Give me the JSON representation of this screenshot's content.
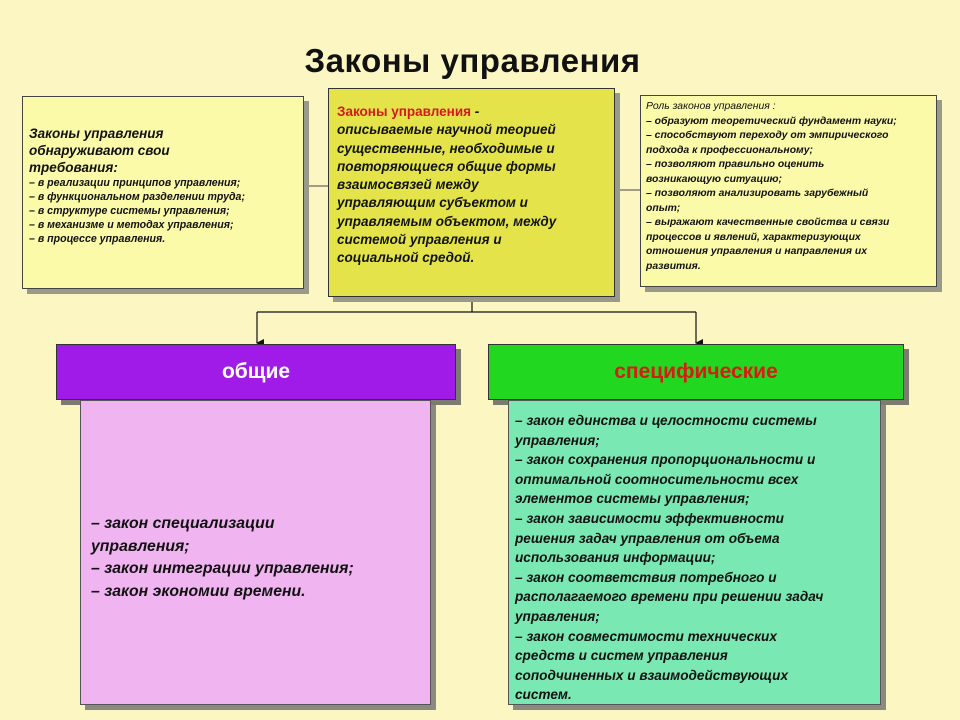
{
  "title": "Законы управления",
  "left_box": {
    "lead_lines": [
      "Законы управления",
      "обнаруживают свои",
      "требования:"
    ],
    "items": [
      "– в реализации принципов управления;",
      "– в функциональном разделении труда;",
      "– в структуре системы управления;",
      "– в механизме и методах управления;",
      "– в процессе управления."
    ]
  },
  "center_box": {
    "highlight": "Законы управления",
    "lines": [
      "описываемые научной теорией",
      "существенные, необходимые и",
      "повторяющиеся общие формы",
      "взаимосвязей между",
      "управляющим субъектом и",
      "управляемым объектом, между",
      "системой управления и",
      "социальной средой."
    ]
  },
  "right_box": {
    "head": "Роль законов управления :",
    "lines": [
      "– образуют теоретический фундамент науки;",
      "– способствуют переходу от эмпирического",
      "подхода к профессиональному;",
      "– позволяют правильно оценить",
      "возникающую ситуацию;",
      "– позволяют анализировать зарубежный",
      "опыт;",
      "– выражают качественные свойства и связи",
      "процессов и явлений, характеризующих",
      "отношения управления и направления их",
      "развития."
    ]
  },
  "general": {
    "label": "общие",
    "lines": [
      "– закон специализации",
      "управления;",
      "– закон интеграции управления;",
      "– закон экономии времени."
    ]
  },
  "specific": {
    "label": "специфические",
    "lines": [
      "– закон единства и целостности системы",
      "управления;",
      "– закон сохранения пропорциональности и",
      "оптимальной соотносительности всех",
      "элементов системы управления;",
      "– закон зависимости эффективности",
      "решения задач управления от объема",
      "использования информации;",
      "– закон соответствия потребного и",
      "располагаемого времени при решении задач",
      "управления;",
      "– закон совместимости технических",
      "средств и систем управления",
      "соподчиненных и взаимодействующих",
      "систем."
    ]
  },
  "colors": {
    "background": "#fbf6c2",
    "general_header": "#a11be8",
    "specific_header": "#22d71f",
    "general_panel": "#f0b4f0",
    "specific_panel": "#7ae8b2",
    "center_box": "#e4e44a",
    "accent_red": "#d4181b"
  }
}
